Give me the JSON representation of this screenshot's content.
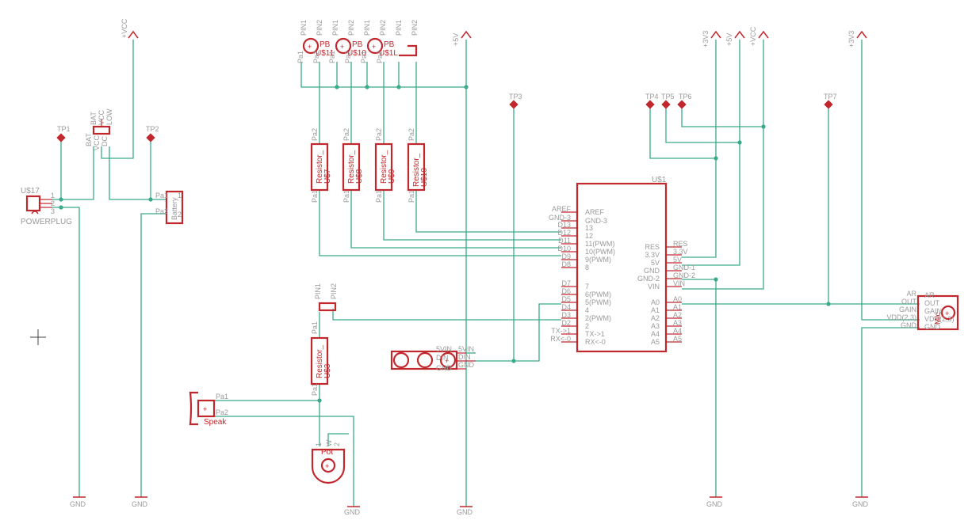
{
  "net_labels": {
    "vcc": "+VCC",
    "v5": "+5V",
    "v3v3": "+3V3",
    "gnd": "GND"
  },
  "test_points": [
    "TP1",
    "TP2",
    "TP3",
    "TP4",
    "TP5",
    "TP6",
    "TP7"
  ],
  "power_plug": {
    "name": "U$17",
    "value": "POWERPLUG",
    "pins": [
      "1",
      "2",
      "3"
    ]
  },
  "switch": {
    "pins": [
      "BAT",
      "VCC",
      "DC"
    ],
    "top": [
      "BAT",
      "VCC",
      "LOW"
    ]
  },
  "battery": {
    "name": "Battery",
    "pins": [
      "Pa1",
      "Pa2"
    ],
    "side": [
      "1",
      "2"
    ]
  },
  "buttons": [
    {
      "name": "PB",
      "id": "U$11",
      "pins": [
        "PIN1",
        "PIN2"
      ],
      "pads": [
        "Pa1",
        "Pa2"
      ]
    },
    {
      "name": "PB",
      "id": "U$10",
      "pins": [
        "PIN1",
        "PIN2"
      ],
      "pads": [
        "Pa1",
        "Pa2"
      ]
    },
    {
      "name": "PB",
      "id": "U$1L",
      "pins": [
        "PIN1",
        "PIN2"
      ],
      "pads": [
        "Pa1",
        "Pa2"
      ]
    }
  ],
  "button_top_pins": [
    "PIN1",
    "PIN2"
  ],
  "resistors": [
    {
      "label": "Resistor_",
      "id": "U$7",
      "pads": [
        "Pa2",
        "Pa1"
      ]
    },
    {
      "label": "Resistor_",
      "id": "U$8",
      "pads": [
        "Pa2",
        "Pa1"
      ]
    },
    {
      "label": "Resistor_",
      "id": "U$9",
      "pads": [
        "Pa2",
        "Pa1"
      ]
    },
    {
      "label": "Resistor_",
      "id": "U$10",
      "pads": [
        "Pa2",
        "Pa1"
      ]
    },
    {
      "label": "Resistor_",
      "id": "U$3",
      "pads": [
        "Pa1",
        "Pa1"
      ]
    }
  ],
  "arduino": {
    "name": "U$1",
    "left_pins": [
      "AREF",
      "GND-3",
      "D13",
      "D12",
      "D11",
      "D10",
      "D9",
      "D8",
      "D7",
      "D6",
      "D5",
      "D4",
      "D3",
      "D2",
      "TX->1",
      "RX<-0"
    ],
    "left_inner": [
      "AREF",
      "GND-3",
      "13",
      "12",
      "11(PWM)",
      "10(PWM)",
      "9(PWM)",
      "8",
      "7",
      "6(PWM)",
      "5(PWM)",
      "4",
      "2(PWM)",
      "2",
      "TX->1",
      "RX<-0"
    ],
    "right_pins": [
      "RES",
      "3.3V",
      "5V",
      "GND-1",
      "GND-2",
      "VIN",
      "A0",
      "A1",
      "A2",
      "A3",
      "A4",
      "A5"
    ],
    "right_inner": [
      "RES",
      "3.3V",
      "5V",
      "GND",
      "GND-2",
      "VIN",
      "A0",
      "A1",
      "A2",
      "A3",
      "A4",
      "A5"
    ]
  },
  "led_strip": {
    "pins": [
      "5VIN",
      "DIN",
      "GND"
    ],
    "inner": [
      "5VIN",
      "DIN",
      "GND"
    ]
  },
  "speaker": {
    "name": "Speak",
    "pins": [
      "Pa1",
      "Pa2"
    ]
  },
  "pot": {
    "name": "Pot",
    "pins": [
      "1",
      "W",
      "2"
    ]
  },
  "mic": {
    "name": "Mic",
    "pins": [
      "AR",
      "OUT",
      "GAIN",
      "VDD(2,3)",
      "GND"
    ],
    "inner": [
      "AR",
      "OUT",
      "GAIN",
      "VDD(2,3)",
      "GND"
    ]
  },
  "colors": {
    "part": "#c0282d",
    "wire": "#3aaa8a",
    "label": "#9a9a9a"
  }
}
